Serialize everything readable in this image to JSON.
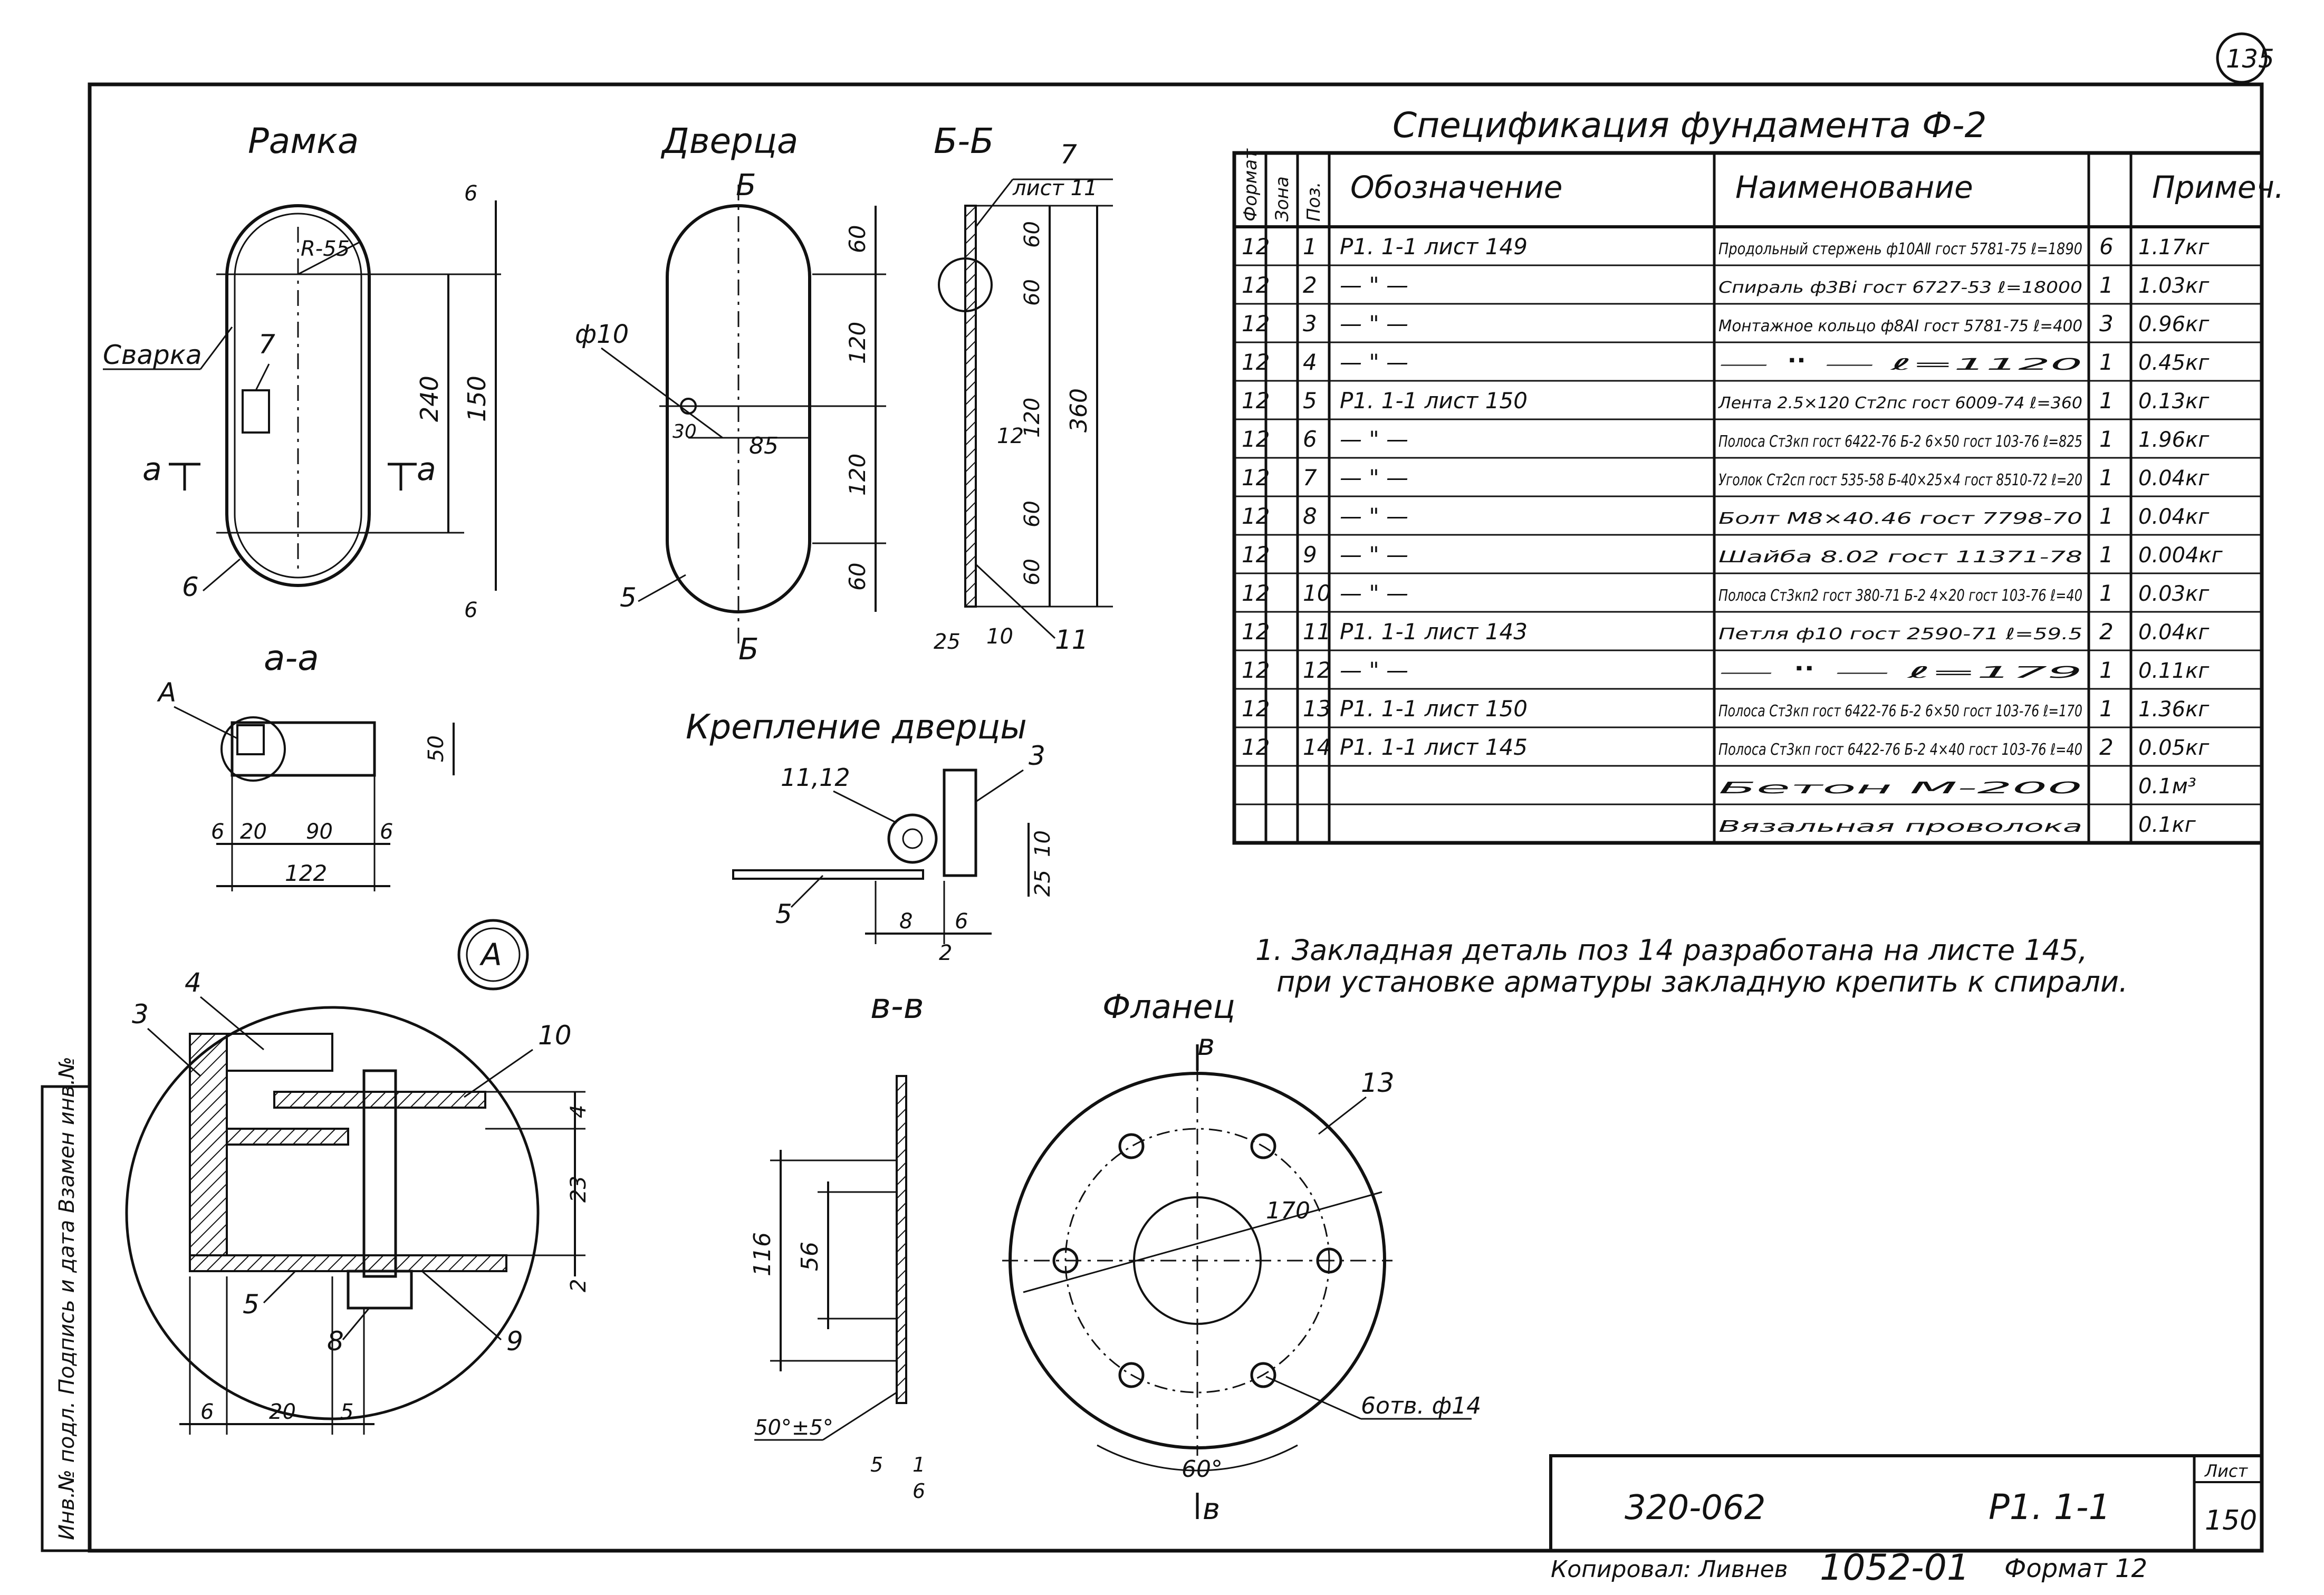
{
  "sheet": {
    "number_circle": "135",
    "designation": "320-062",
    "series": "Р1. 1-1",
    "sheet_label": "Лист",
    "sheet_no": "150",
    "copied_by": "Копировал: Ливнев",
    "archive_no": "1052-01",
    "format": "Формат 12",
    "side_stamp": "Инв.№ подл. Подпись и дата Взамен инв.№"
  },
  "views": {
    "frame": {
      "title": "Рамка",
      "weld": "Сварка",
      "cut_a_left": "а",
      "cut_a_right": "а",
      "dims": [
        "6",
        "240",
        "150",
        "6"
      ],
      "radius": "R-55",
      "parts": [
        "7",
        "6"
      ]
    },
    "door": {
      "title": "Дверца",
      "hole": "ф10",
      "dims": [
        "60",
        "120",
        "120",
        "60",
        "85",
        "30"
      ],
      "part": "5",
      "cut_top": "Б",
      "cut_bottom": "Б"
    },
    "section_bb": {
      "title": "Б-Б",
      "sheet_ref": "лист 11",
      "dims": [
        "60",
        "60",
        "120",
        "60",
        "60",
        "360",
        "12",
        "25",
        "10"
      ],
      "parts": [
        "7",
        "11"
      ]
    },
    "section_aa": {
      "title": "а-а",
      "mark": "А",
      "dims": [
        "50",
        "6",
        "20",
        "90",
        "6",
        "122"
      ]
    },
    "door_mount": {
      "title": "Крепление дверцы",
      "parts": [
        "11,12",
        "3",
        "5"
      ],
      "dims": [
        "10",
        "25",
        "8",
        "6",
        "2"
      ]
    },
    "detail_a": {
      "title": "А",
      "parts": [
        "4",
        "3",
        "10",
        "5",
        "8",
        "9"
      ],
      "dims": [
        "4",
        "23",
        "2",
        "6",
        "20",
        "5"
      ]
    },
    "section_vv": {
      "title": "в-в",
      "dims": [
        "116",
        "56",
        "50°±5°",
        "5",
        "1",
        "6"
      ]
    },
    "flange": {
      "title": "Фланец",
      "cut_top": "в",
      "cut_bottom": "в",
      "part": "13",
      "dia": "170",
      "holes": "6отв. ф14",
      "angle": "60°"
    }
  },
  "spec": {
    "title": "Спецификация фундамента Ф-2",
    "headers": [
      "Формат",
      "Зона",
      "Поз.",
      "Обозначение",
      "Наименование",
      "",
      "Примеч."
    ],
    "rows": [
      {
        "fmt": "12",
        "zone": "",
        "pos": "1",
        "des": "Р1. 1-1 лист 149",
        "name": "Продольный стержень ф10АⅡ гост 5781-75 ℓ=1890",
        "qty": "6",
        "note": "1.17кг"
      },
      {
        "fmt": "12",
        "zone": "",
        "pos": "2",
        "des": "— \" —",
        "name": "Спираль ф3Вⅰ гост 6727-53 ℓ=18000",
        "qty": "1",
        "note": "1.03кг"
      },
      {
        "fmt": "12",
        "zone": "",
        "pos": "3",
        "des": "— \" —",
        "name": "Монтажное кольцо ф8АⅠ гост 5781-75 ℓ=400",
        "qty": "3",
        "note": "0.96кг"
      },
      {
        "fmt": "12",
        "zone": "",
        "pos": "4",
        "des": "— \" —",
        "name": "— \" — ℓ=1120",
        "qty": "1",
        "note": "0.45кг"
      },
      {
        "fmt": "12",
        "zone": "",
        "pos": "5",
        "des": "Р1. 1-1 лист 150",
        "name": "Лента 2.5×120 Ст2пс гост 6009-74 ℓ=360",
        "qty": "1",
        "note": "0.13кг"
      },
      {
        "fmt": "12",
        "zone": "",
        "pos": "6",
        "des": "— \" —",
        "name": "Полоса Ст3кп гост 6422-76 Б-2 6×50 гост 103-76 ℓ=825",
        "qty": "1",
        "note": "1.96кг"
      },
      {
        "fmt": "12",
        "zone": "",
        "pos": "7",
        "des": "— \" —",
        "name": "Уголок Ст2сп гост 535-58 Б-40×25×4 гост 8510-72 ℓ=20",
        "qty": "1",
        "note": "0.04кг"
      },
      {
        "fmt": "12",
        "zone": "",
        "pos": "8",
        "des": "— \" —",
        "name": "Болт М8×40.46 гост 7798-70",
        "qty": "1",
        "note": "0.04кг"
      },
      {
        "fmt": "12",
        "zone": "",
        "pos": "9",
        "des": "— \" —",
        "name": "Шайба 8.02 гост 11371-78",
        "qty": "1",
        "note": "0.004кг"
      },
      {
        "fmt": "12",
        "zone": "",
        "pos": "10",
        "des": "— \" —",
        "name": "Полоса Ст3кп2 гост 380-71 Б-2 4×20 гост 103-76 ℓ=40",
        "qty": "1",
        "note": "0.03кг"
      },
      {
        "fmt": "12",
        "zone": "",
        "pos": "11",
        "des": "Р1. 1-1 лист 143",
        "name": "Петля ф10 гост 2590-71 ℓ=59.5",
        "qty": "2",
        "note": "0.04кг"
      },
      {
        "fmt": "12",
        "zone": "",
        "pos": "12",
        "des": "— \" —",
        "name": "— \" — ℓ=179",
        "qty": "1",
        "note": "0.11кг"
      },
      {
        "fmt": "12",
        "zone": "",
        "pos": "13",
        "des": "Р1. 1-1 лист 150",
        "name": "Полоса Ст3кп гост 6422-76 Б-2 6×50 гост 103-76 ℓ=170",
        "qty": "1",
        "note": "1.36кг"
      },
      {
        "fmt": "12",
        "zone": "",
        "pos": "14",
        "des": "Р1. 1-1 лист 145",
        "name": "Полоса Ст3кп гост 6422-76 Б-2 4×40 гост 103-76 ℓ=40",
        "qty": "2",
        "note": "0.05кг"
      },
      {
        "fmt": "",
        "zone": "",
        "pos": "",
        "des": "",
        "name": "Бетон М-200",
        "qty": "",
        "note": "0.1м³"
      },
      {
        "fmt": "",
        "zone": "",
        "pos": "",
        "des": "",
        "name": "Вязальная проволока",
        "qty": "",
        "note": "0.1кг"
      }
    ],
    "notes": [
      "1. Закладная деталь поз 14 разработана на листе 145,",
      "при установке арматуры закладную крепить к спирали."
    ]
  }
}
